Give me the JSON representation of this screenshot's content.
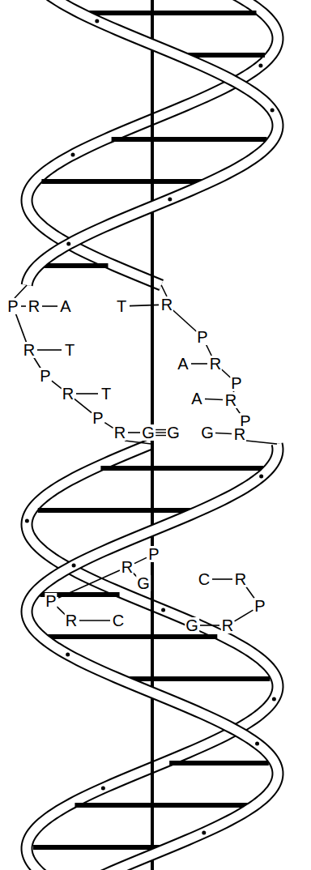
{
  "diagram": {
    "labels": [
      "P",
      "R",
      "A",
      "T",
      "R",
      "P",
      "R",
      "T",
      "A",
      "R",
      "P",
      "P",
      "R",
      "T",
      "A",
      "R",
      "P",
      "P",
      "R",
      "G",
      "G",
      "G",
      "R",
      "P",
      "R",
      "G",
      "C",
      "R",
      "P",
      "P",
      "R",
      "C",
      "G",
      "R"
    ]
  }
}
